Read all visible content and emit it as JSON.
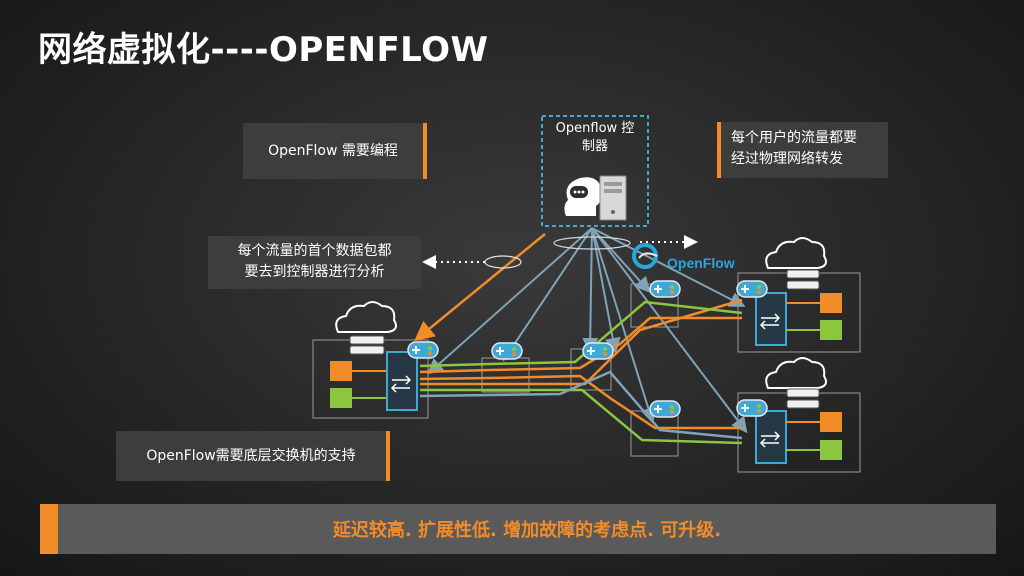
{
  "title": "网络虚拟化----OPENFLOW",
  "callouts": {
    "programming": "OpenFlow 需要编程",
    "forwarding_line1": "每个用户的流量都要",
    "forwarding_line2": "经过物理网络转发",
    "first_packet_line1": "每个流量的首个数据包都",
    "first_packet_line2": "要去到控制器进行分析",
    "switch_support": "OpenFlow需要底层交换机的支持"
  },
  "controller": {
    "line1": "Openflow 控",
    "line2": "制器"
  },
  "logo": "OpenFlow",
  "bottom_bar": "延迟较高. 扩展性低. 增加故障的考虑点. 可升级.",
  "colors": {
    "accent": "#f28c28",
    "switch_blue": "#3fa9d6",
    "green": "#8cc63f",
    "control_line": "#7fa3b8"
  },
  "icons": [
    "cloud-icon",
    "server-icon",
    "gamepad-icon",
    "switch-icon",
    "person-icon",
    "controller-server-icon",
    "openflow-logo-icon"
  ]
}
